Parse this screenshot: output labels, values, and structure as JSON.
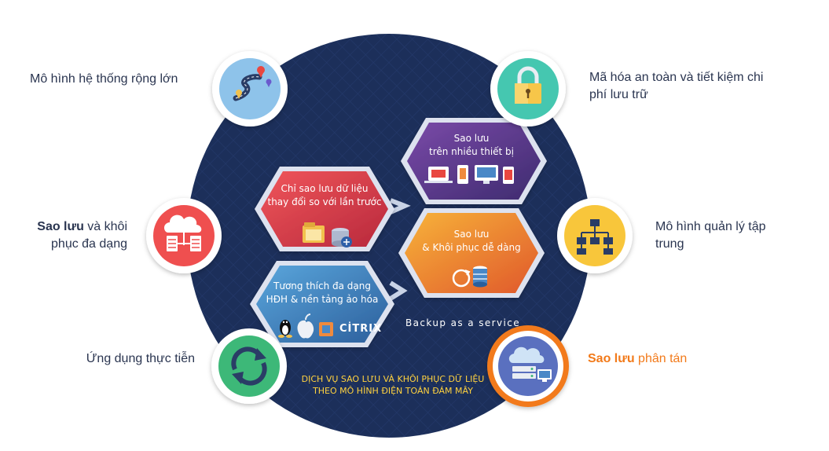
{
  "labels": {
    "top_left": "Mô hình hệ thống rộng lớn",
    "mid_left_bold": "Sao lưu",
    "mid_left_rest_1": " và khôi",
    "mid_left_rest_2": "phục đa dạng",
    "bottom_left": "Ứng dụng thực tiễn",
    "top_right_1": "Mã hóa an toàn và tiết kiệm chi",
    "top_right_2": "phí lưu trữ",
    "mid_right_1": "Mô hình quản lý tập",
    "mid_right_2": "trung",
    "bottom_right_bold": "Sao lưu",
    "bottom_right_rest": " phân tán"
  },
  "hexagons": {
    "multi_device": {
      "line1": "Sao lưu",
      "line2": "trên nhiều thiết bị"
    },
    "incremental": {
      "line1": "Chỉ sao lưu dữ liệu",
      "line2": "thay đổi so với lần trước"
    },
    "easy_restore": {
      "line1": "Sao lưu",
      "line2": "& Khôi phục dễ dàng"
    },
    "compatibility": {
      "line1": "Tương thích đa dạng",
      "line2": "HĐH & nền tảng ảo hóa",
      "citrix": "CİTRIX"
    }
  },
  "tagline": "Backup as a service",
  "caption": {
    "line1": "DỊCH VỤ SAO LƯU VÀ KHÔI PHỤC DỮ LIỆU",
    "line2": "THEO MÔ HÌNH ĐIỆN TOÁN ĐÁM MÂY"
  },
  "colors": {
    "center_disc": "#1c2f5a",
    "ring_road": "#8ec3ea",
    "ring_lock": "#45c7b0",
    "ring_cloud": "#ef4f4f",
    "ring_hierarchy": "#f8c63a",
    "ring_sync": "#3cb878",
    "ring_distributed": "#5a6fbf",
    "ring_distributed_border": "#f27a1a",
    "hex_purple": "#5b3a8c",
    "hex_red": "#d93b48",
    "hex_orange": "#f29b2f",
    "hex_blue": "#4a88c7",
    "caption_text": "#ffd23f",
    "label_text": "#2a3550",
    "accent_orange": "#f27a1a"
  },
  "icons": [
    "road-map-icon",
    "lock-icon",
    "cloud-server-icon",
    "hierarchy-icon",
    "sync-arrows-icon",
    "cloud-computer-icon",
    "devices-icon",
    "folder-database-icon",
    "refresh-database-icon",
    "linux-icon",
    "apple-icon",
    "vmware-icon",
    "citrix-logo"
  ]
}
